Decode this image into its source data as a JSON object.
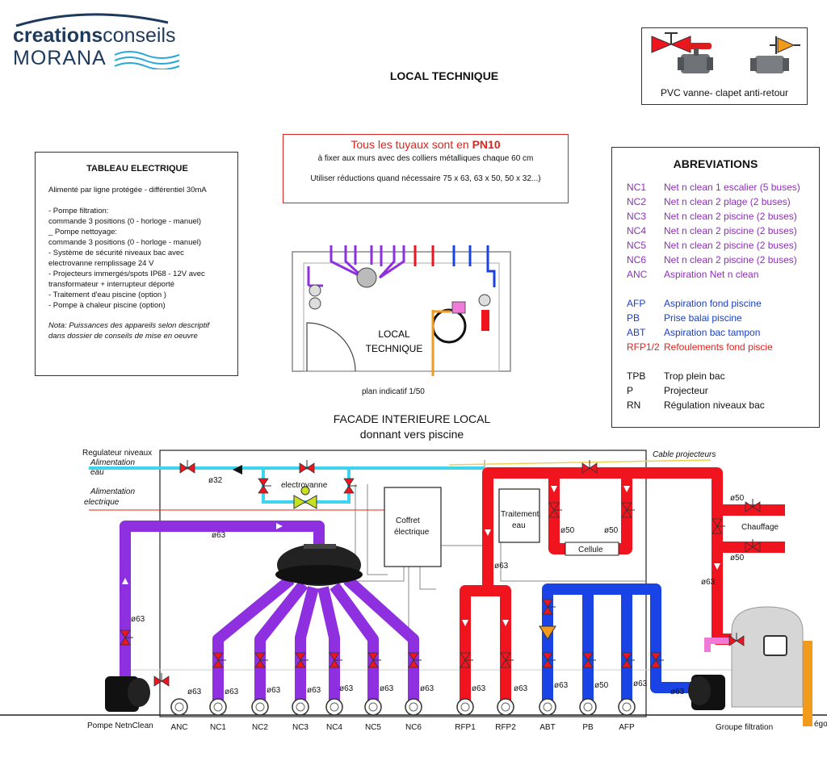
{
  "logo": {
    "brand_bold": "creations",
    "brand_light": "conseils",
    "brand_line2": "MORANA"
  },
  "title": "LOCAL TECHNIQUE",
  "valve_legend": {
    "caption": "PVC vanne- clapet anti-retour"
  },
  "electrical_panel": {
    "title": "TABLEAU ELECTRIQUE",
    "intro": "Alimenté par ligne protégée - différentiel 30mA",
    "items": "- Pompe filtration:\n  commande 3 positions (0 - horloge - manuel)\n_ Pompe nettoyage:\n  commande 3 positions (0 - horloge - manuel)\n- Système de sécurité niveaux bac avec\n  electrovanne remplissage 24 V\n- Projecteurs immergés/spots IP68 - 12V avec\n  transformateur + interrupteur déporté\n- Traitement d'eau piscine (option )\n- Pompe à chaleur piscine (option)",
    "note": "Nota: Puissances des appareils selon descriptif\ndans dossier de conseils de mise en oeuvre"
  },
  "pipes_note": {
    "line1_prefix": "Tous les tuyaux sont en ",
    "line1_bold": "PN10",
    "line2": "à fixer aux murs avec des colliers métalliques chaque 60 cm",
    "line3": "Utiliser réductions quand nécessaire 75 x 63, 63 x 50, 50 x 32...)"
  },
  "abbreviations": {
    "title": "ABREVIATIONS",
    "rows": [
      {
        "code": "NC1",
        "desc": "Net n clean 1 escalier (5 buses)",
        "color": "#8e2fb8"
      },
      {
        "code": "NC2",
        "desc": "Net n clean 2 plage (2 buses)",
        "color": "#8e2fb8"
      },
      {
        "code": "NC3",
        "desc": "Net n clean 2 piscine (2 buses)",
        "color": "#8e2fb8"
      },
      {
        "code": "NC4",
        "desc": "Net n clean 2 piscine (2 buses)",
        "color": "#8e2fb8"
      },
      {
        "code": "NC5",
        "desc": "Net n clean 2 piscine (2 buses)",
        "color": "#8e2fb8"
      },
      {
        "code": "NC6",
        "desc": "Net n clean 2 piscine (2 buses)",
        "color": "#8e2fb8"
      },
      {
        "code": "ANC",
        "desc": "Aspiration Net n clean",
        "color": "#8e2fb8"
      },
      {
        "code": "AFP",
        "desc": "Aspiration fond piscine",
        "color": "#1a3fc4"
      },
      {
        "code": "PB",
        "desc": "Prise balai piscine",
        "color": "#1a3fc4"
      },
      {
        "code": "ABT",
        "desc": "Aspiration bac tampon",
        "color": "#1a3fc4"
      },
      {
        "code": "RFP1/2",
        "desc": "Refoulements fond piscie",
        "color": "#e0231c"
      },
      {
        "code": "TPB",
        "desc": "Trop plein bac",
        "color": "#111111"
      },
      {
        "code": "P",
        "desc": "Projecteur",
        "color": "#111111"
      },
      {
        "code": "RN",
        "desc": "Régulation niveaux bac",
        "color": "#111111"
      }
    ]
  },
  "plan": {
    "room_label_1": "LOCAL",
    "room_label_2": "TECHNIQUE",
    "caption": "plan indicatif 1/50"
  },
  "facade": {
    "line1": "FACADE INTERIEURE LOCAL",
    "line2": "donnant vers piscine"
  },
  "diagram": {
    "regulateur": "Regulateur niveaux",
    "alim_eau_1": "Alimentation",
    "alim_eau_2": "eau",
    "alim_elec_1": "Alimentation",
    "alim_elec_2": "electrique",
    "cable": "Cable projecteurs",
    "electrovanne": "electrovanne",
    "coffret_1": "Coffret",
    "coffret_2": "électrique",
    "traitement_1": "Traitement",
    "traitement_2": "eau",
    "cellule": "Cellule",
    "chauffage": "Chauffage",
    "pompe_netnclean": "Pompe NetnClean",
    "groupe_filtration": "Groupe filtration",
    "ego": "égo",
    "d32": "ø32",
    "d50": "ø50",
    "d63": "ø63"
  },
  "outlets": [
    "ANC",
    "NC1",
    "NC2",
    "NC3",
    "NC4",
    "NC5",
    "NC6",
    "RFP1",
    "RFP2",
    "ABT",
    "PB",
    "AFP"
  ],
  "colors": {
    "purple": "#8e2fe0",
    "red": "#f0141e",
    "blue": "#1a43e6",
    "cyan": "#3fd4ee",
    "orange": "#f29a1c",
    "pink": "#f07ad8"
  }
}
